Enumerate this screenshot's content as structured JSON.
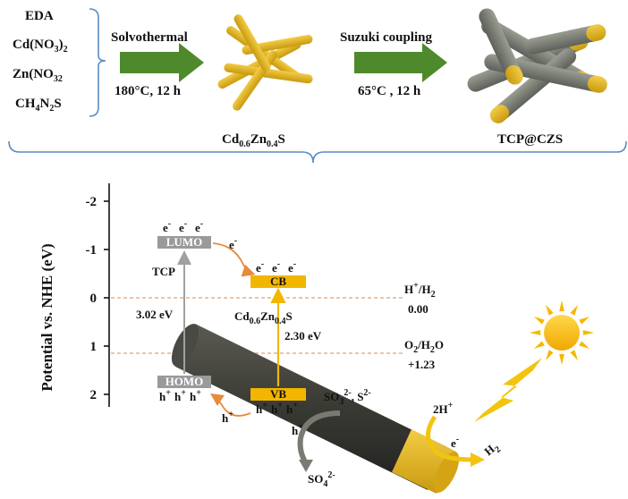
{
  "reagents": {
    "eda": "EDA",
    "cd_main": "Cd(NO",
    "cd_sub": "3",
    "cd_tail": ")",
    "cd_sub2": "2",
    "zn": "Zn(NO",
    "zn_sub": "32",
    "ch_a": "CH",
    "ch_sub1": "4",
    "ch_b": "N",
    "ch_sub2": "2",
    "ch_c": "S"
  },
  "steps": {
    "step1_label": "Solvothermal",
    "step1_cond": "180°C, 12 h",
    "step2_label": "Suzuki coupling",
    "step2_cond": "65°C , 12 h"
  },
  "products": {
    "czs_a": "Cd",
    "czs_sub1": "0.6",
    "czs_b": "Zn",
    "czs_sub2": "0.4",
    "czs_c": "S",
    "tcp": "TCP@CZS"
  },
  "axis": {
    "ylabel": "Potential vs. NHE (eV)",
    "ticks": [
      "-2",
      "-1",
      "0",
      "1",
      "2"
    ]
  },
  "levels": {
    "lumo": "LUMO",
    "homo": "HOMO",
    "cb": "CB",
    "vb": "VB",
    "tcp": "TCP",
    "tcp_gap": "3.02 eV",
    "czs_gap": "2.30 eV",
    "czs_a": "Cd",
    "czs_sub1": "0.6",
    "czs_b": "Zn",
    "czs_sub2": "0.4",
    "czs_c": "S"
  },
  "carriers": {
    "e": "e",
    "minus": "-",
    "h": "h",
    "plus": "+"
  },
  "potentials": {
    "h_label_a": "H",
    "h_label_sup": "+",
    "h_label_b": "/H",
    "h_label_sub": "2",
    "h_value": "0.00",
    "o_label_a": "O",
    "o_label_sub1": "2",
    "o_label_b": "/H",
    "o_label_sub2": "2",
    "o_label_c": "O",
    "o_value": "+1.23"
  },
  "reactions": {
    "so3_a": "SO",
    "so3_sub": "3",
    "so3_sup": "2-",
    "so3_b": ", S",
    "s_sup": "2-",
    "so4_a": "SO",
    "so4_sub": "4",
    "so4_sup": "2-",
    "twoh_a": "2H",
    "twoh_sup": "+",
    "h2_a": "H",
    "h2_sub": "2"
  },
  "colors": {
    "arrow_green": "#4e8a2c",
    "rod_yellow": "#e5b21e",
    "rod_gray": "#7a7d72",
    "level_gray": "#9a9a9a",
    "level_yellow": "#f2b600",
    "dashed_orange": "#e0a070",
    "sun": "#f5b800",
    "bolt": "#f2c40f"
  }
}
